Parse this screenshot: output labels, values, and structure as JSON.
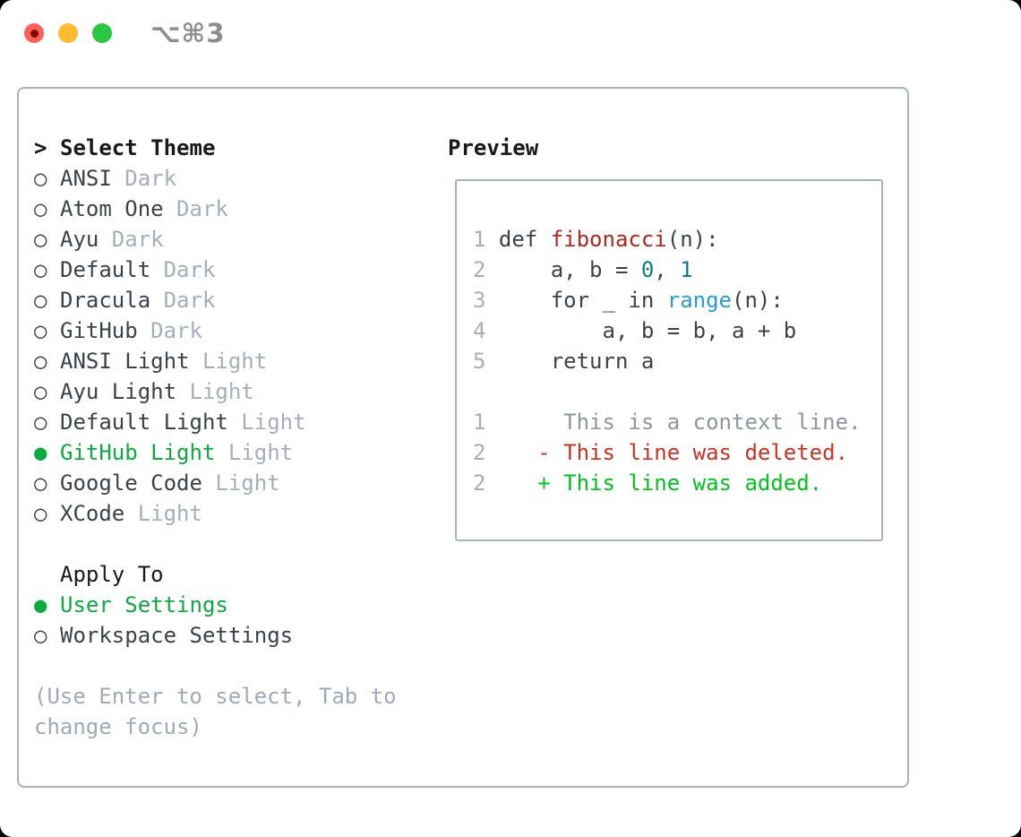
{
  "window": {
    "title": "⌥⌘3",
    "buttons": {
      "close": "close",
      "minimize": "minimize",
      "zoom": "zoom"
    }
  },
  "theme_picker": {
    "cursor": ">",
    "header": "Select Theme",
    "items": [
      {
        "name": "ANSI",
        "variant": "Dark",
        "selected": false
      },
      {
        "name": "Atom One",
        "variant": "Dark",
        "selected": false
      },
      {
        "name": "Ayu",
        "variant": "Dark",
        "selected": false
      },
      {
        "name": "Default",
        "variant": "Dark",
        "selected": false
      },
      {
        "name": "Dracula",
        "variant": "Dark",
        "selected": false
      },
      {
        "name": "GitHub",
        "variant": "Dark",
        "selected": false
      },
      {
        "name": "ANSI Light",
        "variant": "Light",
        "selected": false
      },
      {
        "name": "Ayu Light",
        "variant": "Light",
        "selected": false
      },
      {
        "name": "Default Light",
        "variant": "Light",
        "selected": false
      },
      {
        "name": "GitHub Light",
        "variant": "Light",
        "selected": true
      },
      {
        "name": "Google Code",
        "variant": "Light",
        "selected": false
      },
      {
        "name": "XCode",
        "variant": "Light",
        "selected": false
      }
    ],
    "bullet_unselected": "○",
    "bullet_selected": "●",
    "apply_to": {
      "header": "Apply To",
      "options": [
        {
          "label": "User Settings",
          "selected": true
        },
        {
          "label": "Workspace Settings",
          "selected": false
        }
      ]
    },
    "help": "(Use Enter to select, Tab to change focus)"
  },
  "preview": {
    "header": "Preview",
    "lines": [
      [
        {
          "t": "1",
          "c": "lnum"
        },
        {
          "t": " def ",
          "c": "code"
        },
        {
          "t": "fibonacci",
          "c": "func"
        },
        {
          "t": "(n):",
          "c": "code"
        }
      ],
      [
        {
          "t": "2",
          "c": "lnum"
        },
        {
          "t": "     a, b = ",
          "c": "code"
        },
        {
          "t": "0",
          "c": "num"
        },
        {
          "t": ", ",
          "c": "code"
        },
        {
          "t": "1",
          "c": "num"
        }
      ],
      [
        {
          "t": "3",
          "c": "lnum"
        },
        {
          "t": "     for _ in ",
          "c": "code"
        },
        {
          "t": "range",
          "c": "builtin"
        },
        {
          "t": "(n):",
          "c": "code"
        }
      ],
      [
        {
          "t": "4",
          "c": "lnum"
        },
        {
          "t": "         a, b = b, a + b",
          "c": "code"
        }
      ],
      [
        {
          "t": "5",
          "c": "lnum"
        },
        {
          "t": "     return a",
          "c": "code"
        }
      ],
      [],
      [
        {
          "t": "1",
          "c": "lnum"
        },
        {
          "t": "      This is a context line.",
          "c": "ctx"
        }
      ],
      [
        {
          "t": "2",
          "c": "lnum"
        },
        {
          "t": "    - This line was deleted.",
          "c": "del"
        }
      ],
      [
        {
          "t": "2",
          "c": "lnum"
        },
        {
          "t": "    + This line was added.",
          "c": "add"
        }
      ]
    ]
  },
  "colors": {
    "accent_green": "#0cab40",
    "added_green": "#00c31e",
    "deleted_red": "#cd3123",
    "function_red": "#b0261c",
    "number_teal": "#0b7d85",
    "builtin_blue": "#299cd8",
    "text_black": "#17191d",
    "text_dark": "#3c424a",
    "muted_gray": "#a6afb9",
    "context_gray": "#8d959d",
    "border_gray": "#a9b1ba",
    "title_gray": "#8b8d90",
    "traffic_red": "#ff5f57",
    "traffic_yellow": "#febc2e",
    "traffic_green": "#2ac840"
  }
}
